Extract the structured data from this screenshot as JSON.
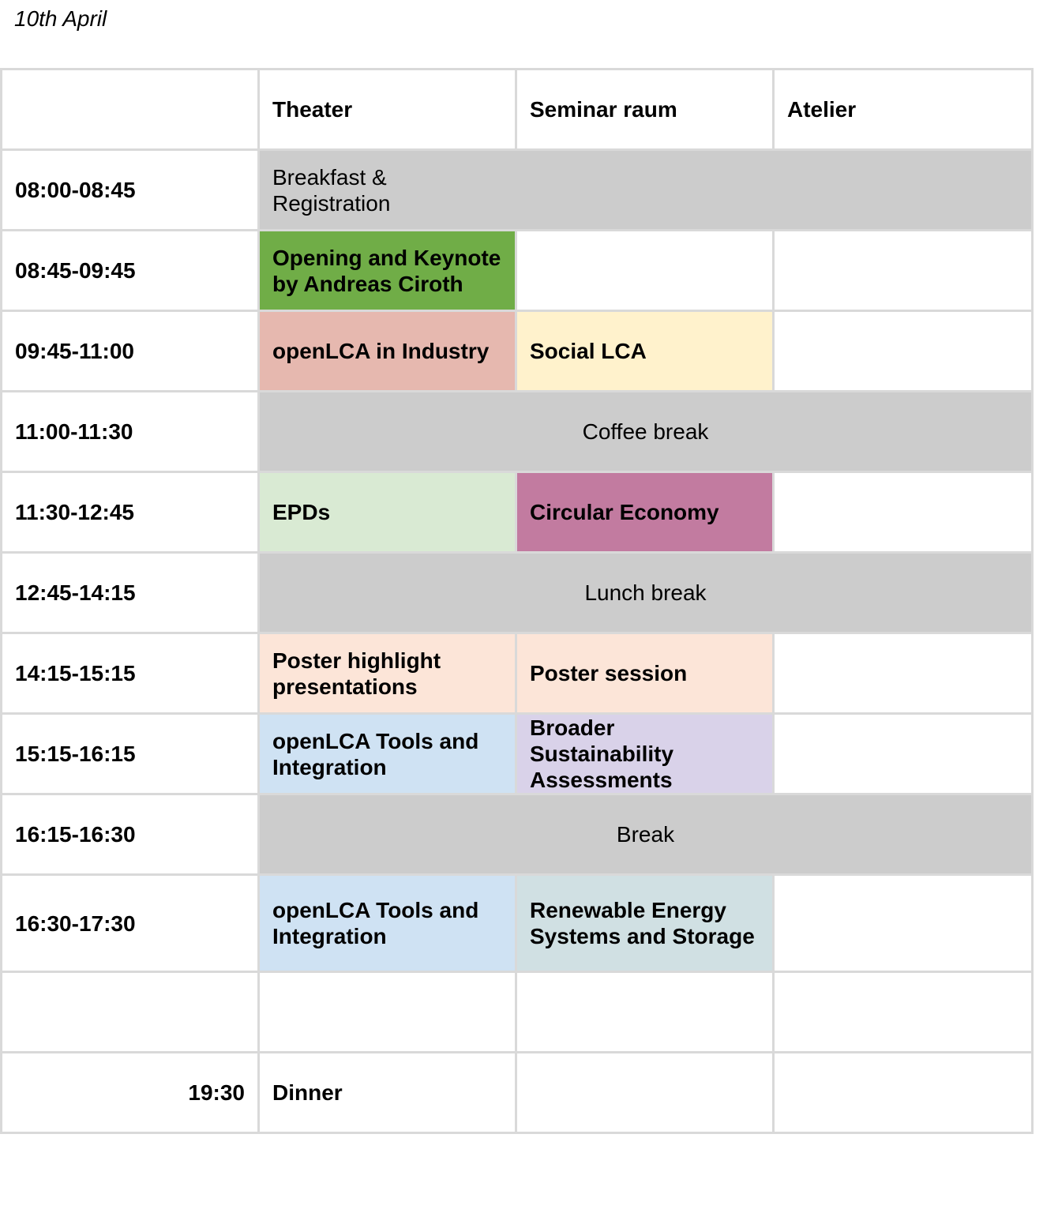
{
  "date": "10th April",
  "headers": [
    "",
    "Theater",
    "Seminar raum",
    "Atelier"
  ],
  "rows": [
    {
      "time": "08:00-08:45",
      "breakfast": "Breakfast & Registration"
    },
    {
      "time": "08:45-09:45",
      "theater": "Opening and Keynote by Andreas Ciroth"
    },
    {
      "time": "09:45-11:00",
      "theater": "openLCA in Industry",
      "seminar": "Social LCA"
    },
    {
      "time": "11:00-11:30",
      "break": "Coffee break"
    },
    {
      "time": "11:30-12:45",
      "theater": "EPDs",
      "seminar": "Circular Economy"
    },
    {
      "time": "12:45-14:15",
      "break": "Lunch break"
    },
    {
      "time": "14:15-15:15",
      "theater": "Poster highlight presentations",
      "seminar": "Poster session"
    },
    {
      "time": "15:15-16:15",
      "theater": "openLCA Tools and Integration",
      "seminar": "Broader Sustainability Assessments"
    },
    {
      "time": "16:15-16:30",
      "break": "Break"
    },
    {
      "time": "16:30-17:30",
      "theater": "openLCA Tools and Integration",
      "seminar": "Renewable Energy Systems and Storage"
    },
    {
      "time": ""
    },
    {
      "time": "19:30",
      "theater": "Dinner"
    }
  ],
  "colors": {
    "grey": "#cccccc",
    "green": "#70ad47",
    "salmon": "#e6b8af",
    "cream": "#fff2cc",
    "mint": "#d9ead3",
    "mauve": "#c27ba0",
    "peach": "#fce5d8",
    "sky": "#cfe2f3",
    "lavender": "#d9d2e9",
    "slate": "#d0e0e3",
    "grid": "#d9d9d9"
  }
}
